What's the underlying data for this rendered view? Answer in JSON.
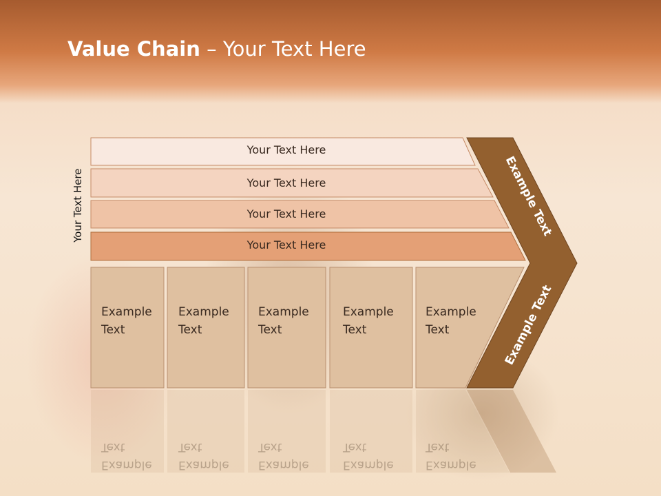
{
  "title": {
    "bold": "Value Chain",
    "separator": " – ",
    "rest": "Your Text Here"
  },
  "side_label": "Your Text Here",
  "rows": [
    {
      "label": "Your Text Here"
    },
    {
      "label": "Your Text Here"
    },
    {
      "label": "Your Text Here"
    },
    {
      "label": "Your Text Here"
    }
  ],
  "boxes": [
    {
      "line1": "Example",
      "line2": "Text"
    },
    {
      "line1": "Example",
      "line2": "Text"
    },
    {
      "line1": "Example",
      "line2": "Text"
    },
    {
      "line1": "Example",
      "line2": "Text"
    },
    {
      "line1": "Example",
      "line2": "Text"
    }
  ],
  "chevron": {
    "top_label": "Example Text",
    "bottom_label": "Example Text"
  },
  "colors": {
    "row1": "#f9e9e0",
    "row2": "#f4d4c0",
    "row3": "#efc3a6",
    "row4": "#e4a076",
    "box": "#dfc0a0",
    "chevron": "#93602f",
    "header": "#c9703f"
  }
}
